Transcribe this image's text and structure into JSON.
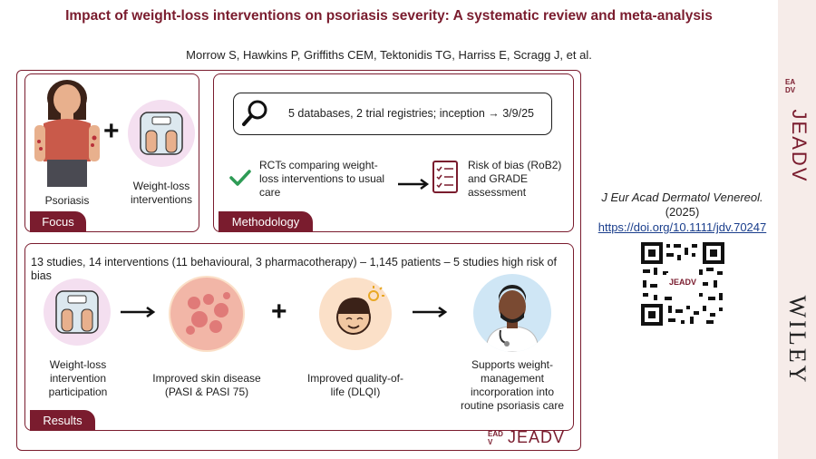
{
  "title": "Impact of weight-loss interventions on psoriasis severity: A systematic review and meta-analysis",
  "authors": "Morrow S, Hawkins P, Griffiths CEM, Tektonidis TG, Harriss E, Scragg J, et al.",
  "focus": {
    "tag": "Focus",
    "psoriasis_label": "Psoriasis",
    "interventions_label_1": "Weight-loss",
    "interventions_label_2": "interventions",
    "plus": "+"
  },
  "methodology": {
    "tag": "Methodology",
    "search_text": "5 databases, 2 trial registries; inception → 3/9/25",
    "rct_text_1": "RCTs comparing weight-",
    "rct_text_2": "loss interventions to usual",
    "rct_text_3": "care",
    "rob_text_1": "Risk of bias (RoB2)",
    "rob_text_2": "and GRADE",
    "rob_text_3": "assessment"
  },
  "results": {
    "tag": "Results",
    "summary": "13 studies, 14 interventions (11 behavioural, 3 pharmacotherapy) – 1,145 patients – 5 studies high risk of bias",
    "item1": [
      "Weight-loss",
      "intervention",
      "participation"
    ],
    "item2": [
      "Improved skin disease",
      "(PASI & PASI 75)"
    ],
    "item3": [
      "Improved quality-of-",
      "life (DLQI)"
    ],
    "item4": [
      "Supports weight-",
      "management",
      "incorporation into",
      "routine psoriasis care"
    ],
    "plus": "+"
  },
  "citation": {
    "journal": "J Eur Acad Dermatol Venereol.",
    "year": "(2025)",
    "doi": "https://doi.org/10.1111/jdv.70247"
  },
  "qr_label": "JEADV",
  "footer_logo_mark": "EADV",
  "footer_logo_text": "JEADV",
  "side_logo_text": "JEADV",
  "side_logo_mark": "EADV",
  "publisher": "WILEY",
  "colors": {
    "brand": "#7a1c2e",
    "pink_circle": "#f4dff0",
    "peach_circle": "#fbe0c8",
    "green_check": "#2e9b55",
    "doctor_circle": "#cfe6f5"
  }
}
